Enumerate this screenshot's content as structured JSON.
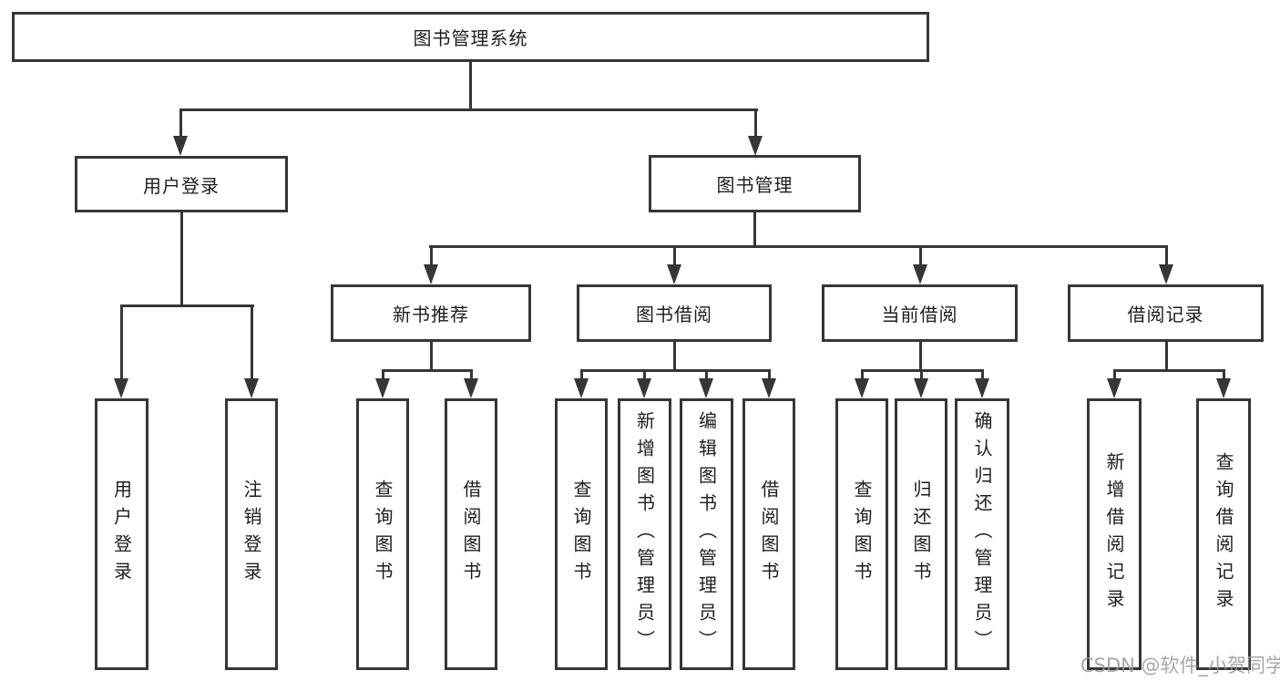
{
  "diagram_title": "图书管理系统",
  "colors": {
    "background": "#ffffff",
    "line": "#363636",
    "box_border": "#363636",
    "text": "#1d1d1d",
    "watermark": "#969696"
  },
  "nodes": {
    "root": {
      "label": "图书管理系统"
    },
    "user_login": {
      "label": "用户登录"
    },
    "book_mgmt": {
      "label": "图书管理"
    },
    "new_book_rec": {
      "label": "新书推荐"
    },
    "book_borrow": {
      "label": "图书借阅"
    },
    "current_borrow": {
      "label": "当前借阅"
    },
    "borrow_records": {
      "label": "借阅记录"
    },
    "login": {
      "label": "用户登录"
    },
    "logout": {
      "label": "注销登录"
    },
    "rec_query_book": {
      "label": "查询图书"
    },
    "rec_borrow_book": {
      "label": "借阅图书"
    },
    "bb_query_book": {
      "label": "查询图书"
    },
    "bb_add_book": {
      "label": "新增图书（管理员）"
    },
    "bb_edit_book": {
      "label": "编辑图书（管理员）"
    },
    "bb_borrow_book": {
      "label": "借阅图书"
    },
    "cb_query_book": {
      "label": "查询图书"
    },
    "cb_return_book": {
      "label": "归还图书"
    },
    "cb_confirm_return": {
      "label": "确认归还（管理员）"
    },
    "br_add_record": {
      "label": "新增借阅记录"
    },
    "br_query_record": {
      "label": "查询借阅记录"
    }
  },
  "watermark": {
    "text": "CSDN @软件_小贺同学"
  }
}
